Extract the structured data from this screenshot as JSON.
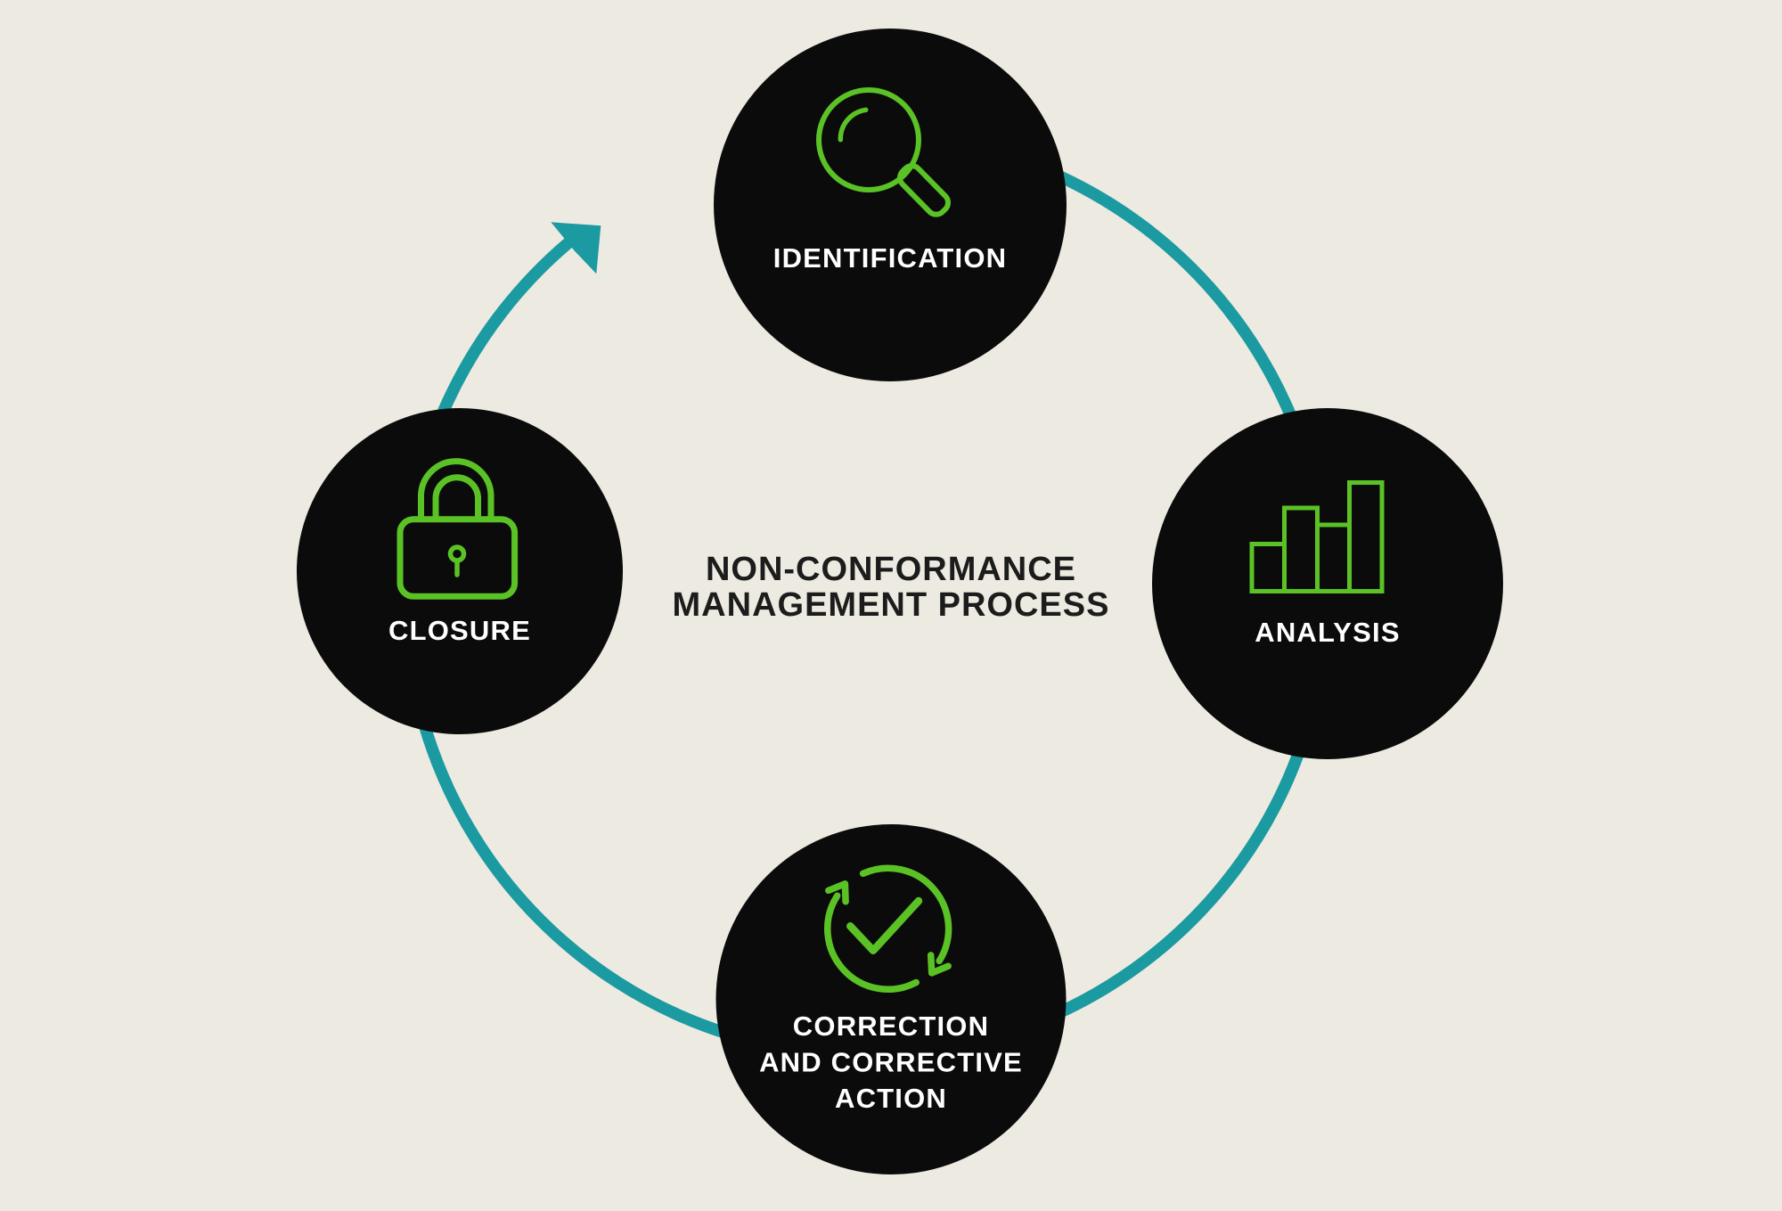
{
  "title": {
    "lines": [
      "NON-CONFORMANCE",
      "MANAGEMENT PROCESS"
    ]
  },
  "nodes": [
    {
      "id": "identification",
      "label_lines": [
        "IDENTIFICATION"
      ],
      "icon": "magnifier-icon"
    },
    {
      "id": "analysis",
      "label_lines": [
        "ANALYSIS"
      ],
      "icon": "bar-chart-icon"
    },
    {
      "id": "correction",
      "label_lines": [
        "CORRECTION",
        "AND CORRECTIVE",
        "ACTION"
      ],
      "icon": "refresh-check-icon"
    },
    {
      "id": "closure",
      "label_lines": [
        "CLOSURE"
      ],
      "icon": "padlock-icon"
    }
  ],
  "colors": {
    "background": "#EDEBE1",
    "node_circle": "#0B0B0B",
    "icon_green": "#5BC226",
    "arrow_teal": "#1B9AA1",
    "node_label": "#FFFFFF",
    "title_text": "#1C1C1C"
  }
}
